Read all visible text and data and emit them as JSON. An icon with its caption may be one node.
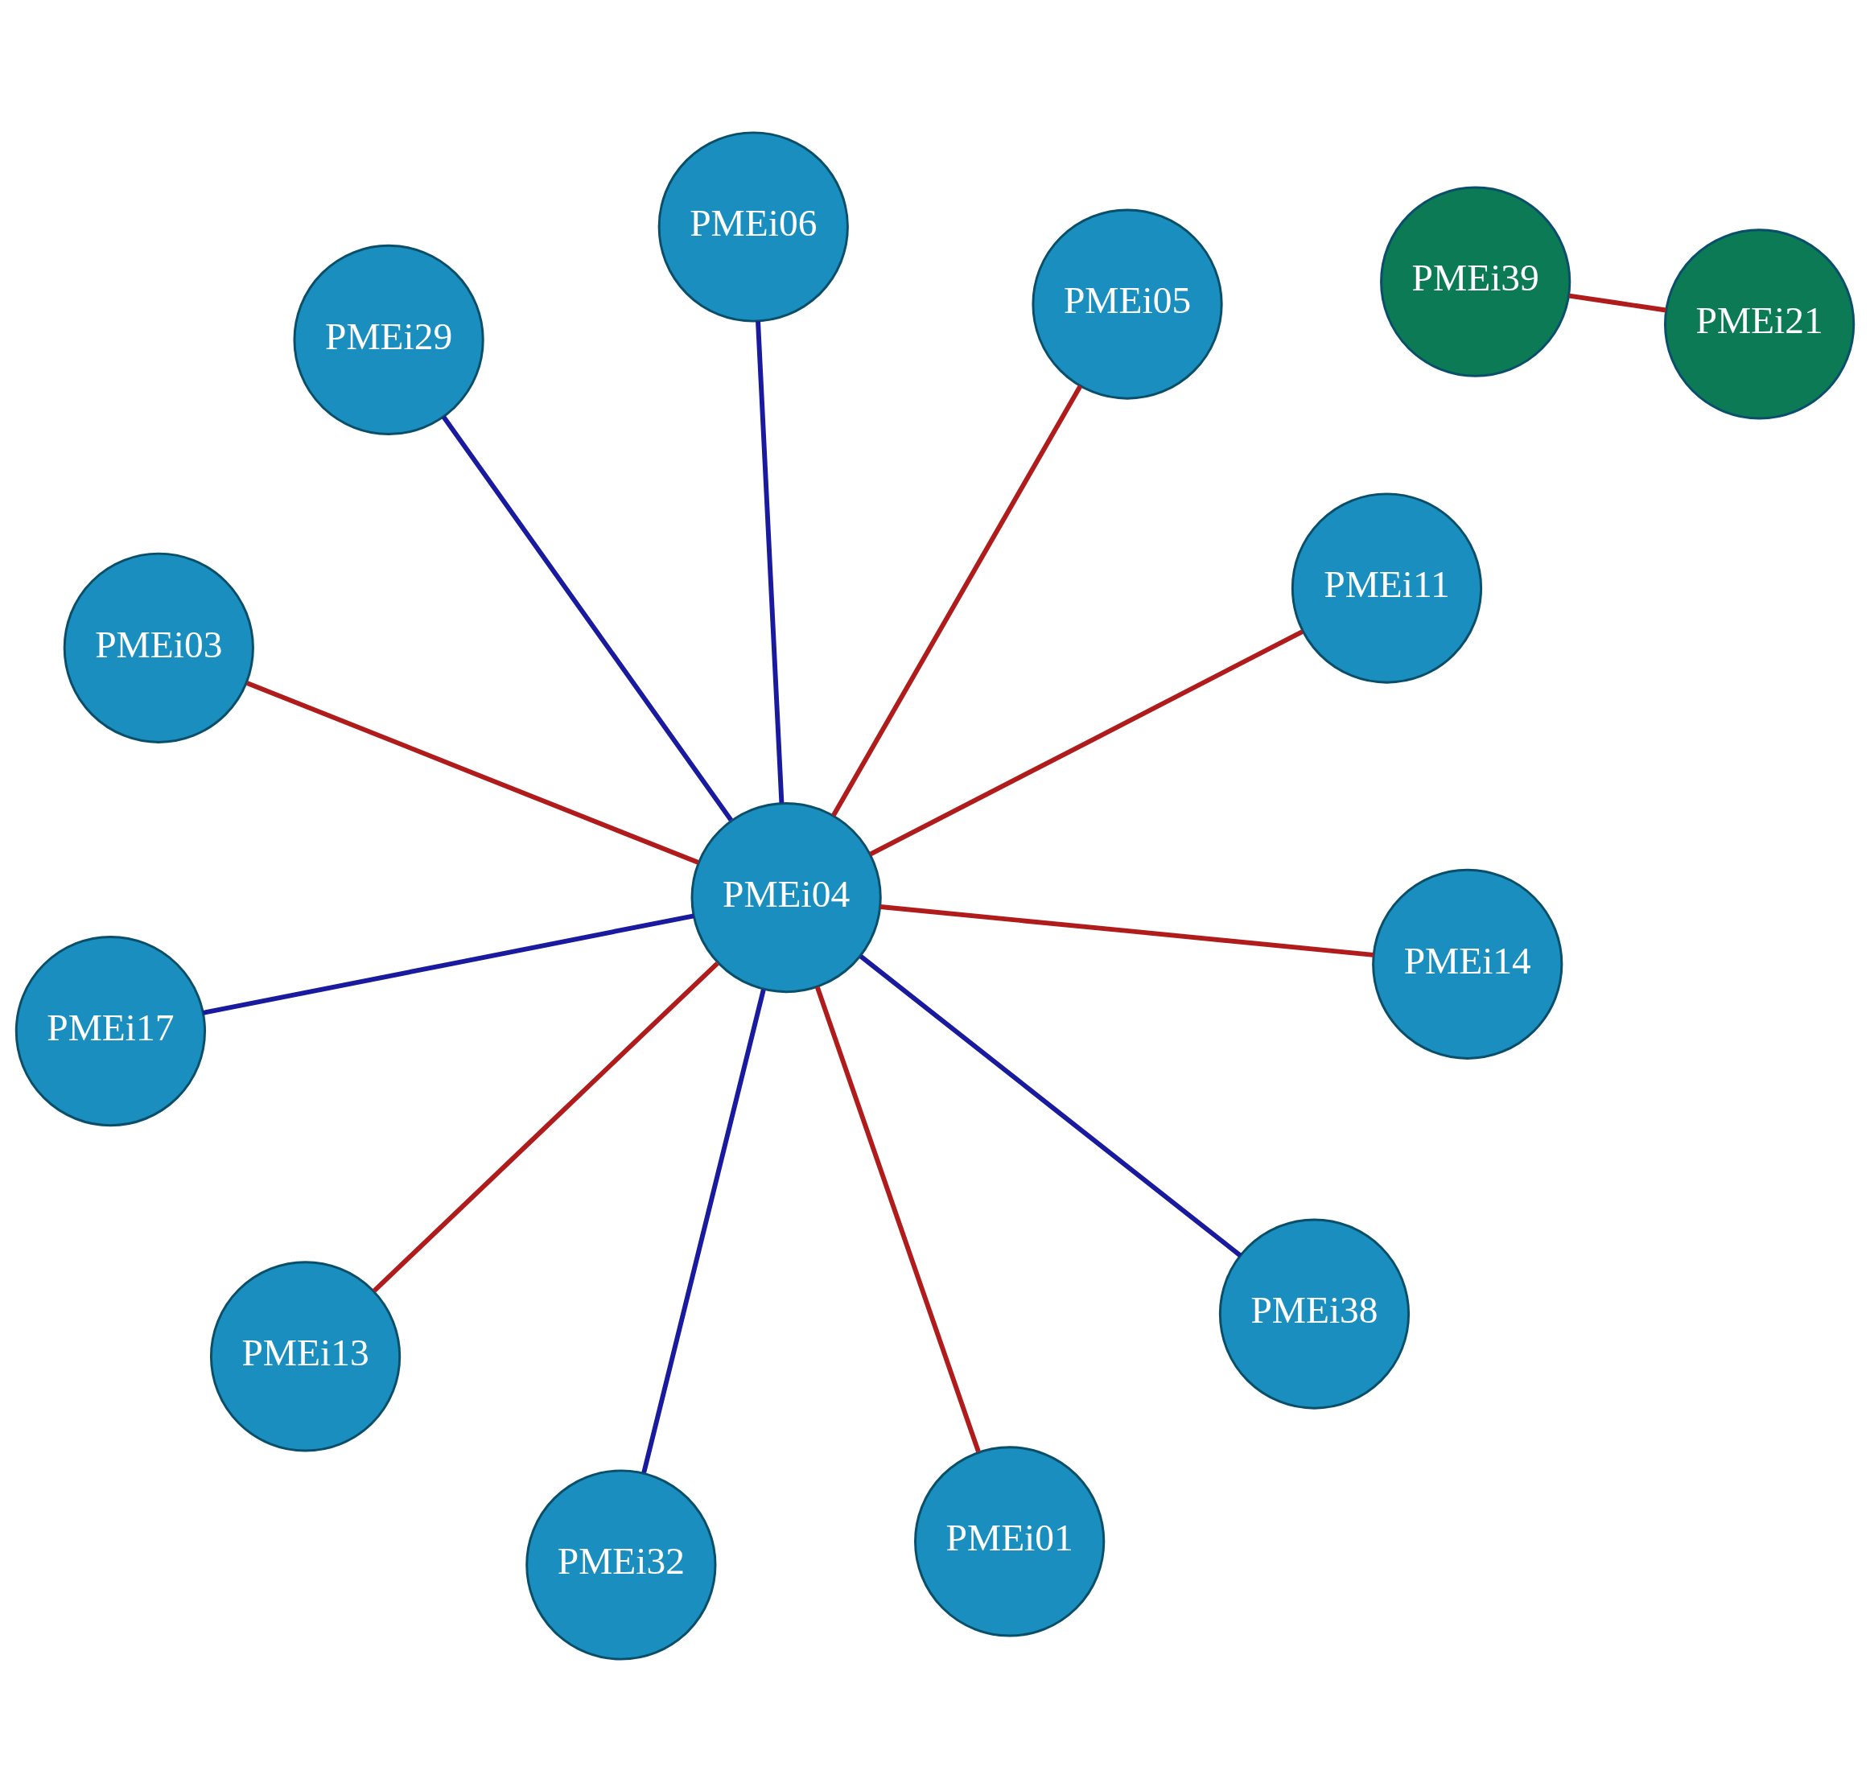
{
  "diagram": {
    "nodes": [
      {
        "text": [
          "PMEi39"
        ]
      },
      {
        "text": [
          "PMEi17"
        ]
      },
      {
        "text": [
          "PMEi11"
        ]
      },
      {
        "text": [
          "PMEi21"
        ]
      },
      {
        "text": [
          "PMEi32"
        ]
      },
      {
        "text": [
          "PMEi29"
        ]
      },
      {
        "text": [
          "PMEi05"
        ]
      },
      {
        "text": [
          "PMEi06"
        ]
      },
      {
        "text": [
          "PMEi04"
        ]
      },
      {
        "text": [
          "PMEi14"
        ]
      },
      {
        "text": [
          "PMEi13"
        ]
      },
      {
        "text": [
          "PMEi01"
        ]
      },
      {
        "text": [
          "PMEi38"
        ]
      },
      {
        "text": [
          "PMEi03"
        ]
      }
    ],
    "edges": [
      {
        "from": 0,
        "to": 3,
        "arrow": "none"
      },
      {
        "from": 8,
        "to": 1,
        "arrow": "none",
        "color": "#1a1a9e"
      },
      {
        "from": 8,
        "to": 2,
        "arrow": "none"
      },
      {
        "from": 8,
        "to": 4,
        "arrow": "none",
        "color": "#1a1a9e"
      },
      {
        "from": 8,
        "to": 5,
        "arrow": "none",
        "color": "#1a1a9e"
      },
      {
        "from": 8,
        "to": 6,
        "arrow": "none"
      },
      {
        "from": 8,
        "to": 7,
        "arrow": "none",
        "color": "#1a1a9e"
      },
      {
        "from": 8,
        "to": 9,
        "arrow": "none"
      },
      {
        "from": 8,
        "to": 10,
        "arrow": "none"
      },
      {
        "from": 8,
        "to": 11,
        "arrow": "none"
      },
      {
        "from": 8,
        "to": 12,
        "arrow": "none",
        "color": "#1a1a9e"
      },
      {
        "from": 8,
        "to": 13,
        "arrow": "none"
      }
    ]
  }
}
